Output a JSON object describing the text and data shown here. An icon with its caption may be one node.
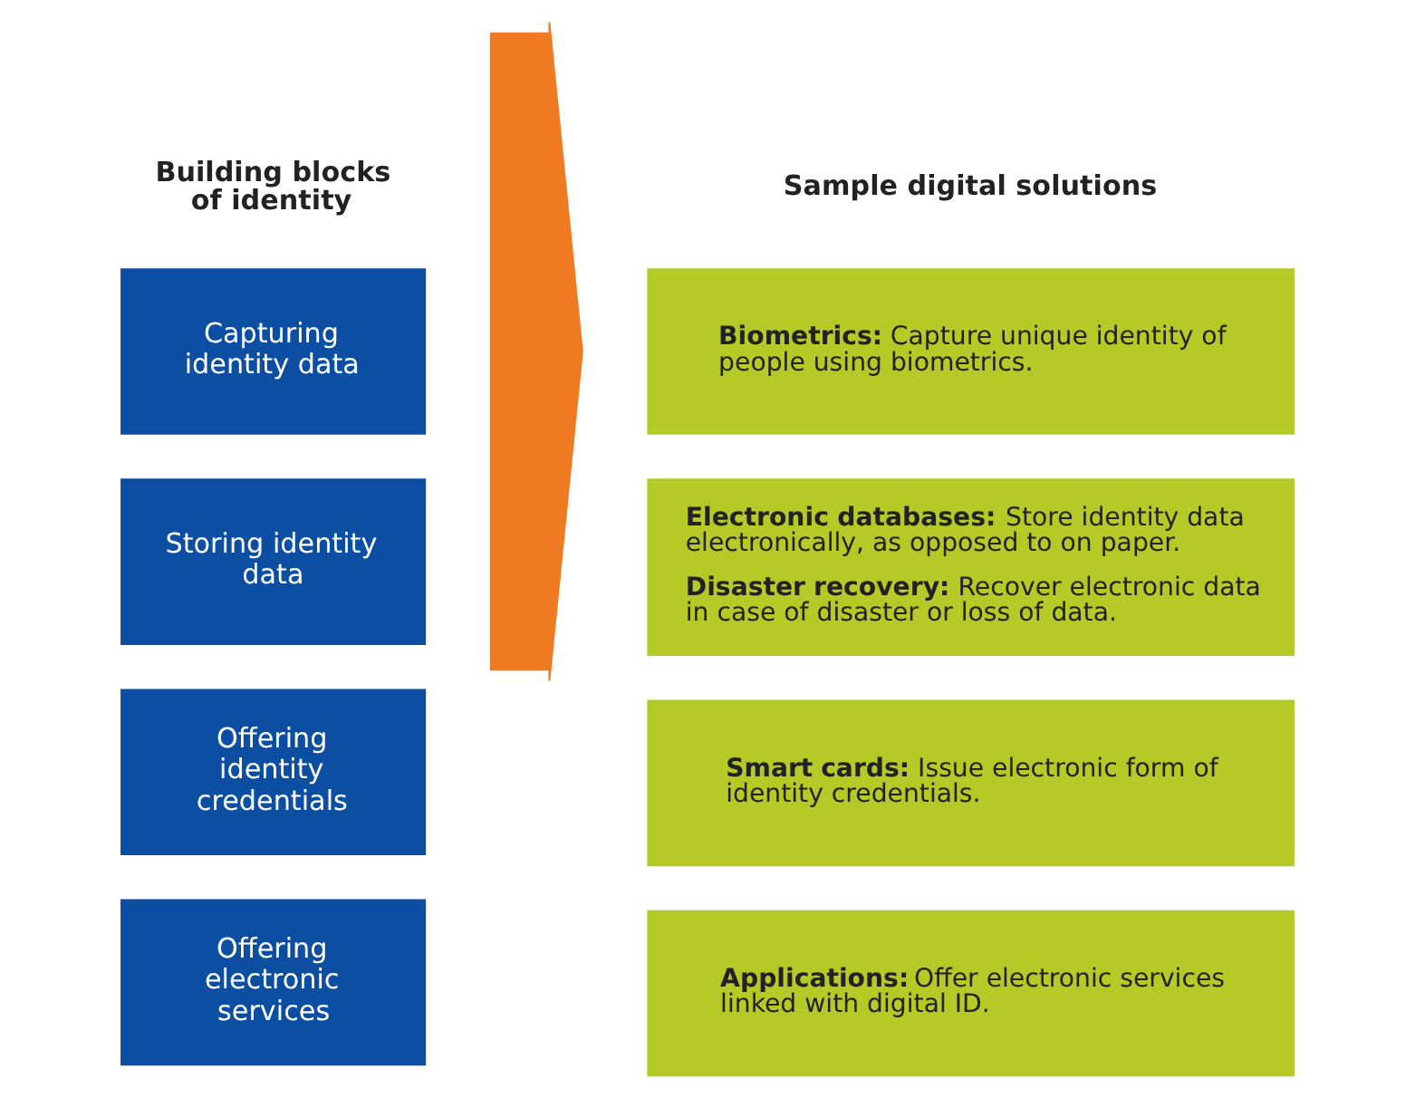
{
  "diagram": {
    "nodes": [
      {
        "text": [
          "Capturing identity data"
        ]
      },
      {
        "text": [
          "Storing identity data"
        ]
      },
      {
        "text": [
          "Offering identity credentials"
        ]
      },
      {
        "text": [
          "Offering electronic services"
        ]
      },
      {
        "text": [],
        "shape": "arrow"
      },
      {
        "text": [
          "**Biometrics:** Capture unique identity of people using biometrics."
        ]
      },
      {
        "text": [
          "**Electronic databases:** Store identity data electronically, as opposed to on paper.",
          "**Disaster recovery:** Recover electronic data in case of disaster or loss of data."
        ]
      },
      {
        "text": [
          "**Smart cards:** Issue electronic form of identity credentials."
        ]
      },
      {
        "text": [
          "**Applications:** Offer electronic services linked with digital ID."
        ]
      }
    ],
    "edges": [],
    "labels": [
      "Building blocks of identity",
      "Sample digital solutions"
    ]
  }
}
